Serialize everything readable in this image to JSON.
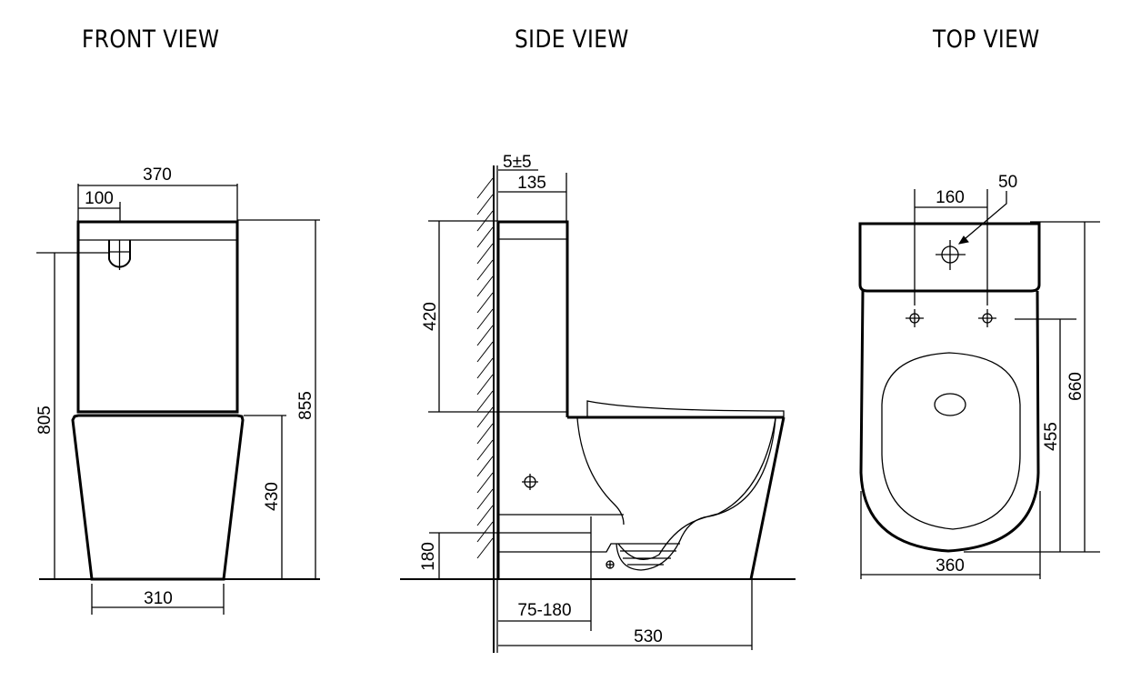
{
  "titles": {
    "front": "FRONT VIEW",
    "side": "SIDE VIEW",
    "top": "TOP VIEW"
  },
  "front_view": {
    "dimensions": {
      "overall_width": "370",
      "inlet_offset": "100",
      "inlet_height": "805",
      "total_height": "855",
      "bowl_height": "430",
      "base_width": "310"
    }
  },
  "side_view": {
    "dimensions": {
      "wall_gap": "5±5",
      "tank_depth": "135",
      "tank_height": "420",
      "outlet_height": "180",
      "rough_in": "75-180",
      "overall_depth": "530"
    }
  },
  "top_view": {
    "dimensions": {
      "hinge_spacing": "160",
      "flush_hole_dia": "50",
      "overall_length": "660",
      "hinge_to_front": "455",
      "overall_width": "360"
    }
  },
  "colors": {
    "line": "#000000",
    "background": "#ffffff"
  }
}
